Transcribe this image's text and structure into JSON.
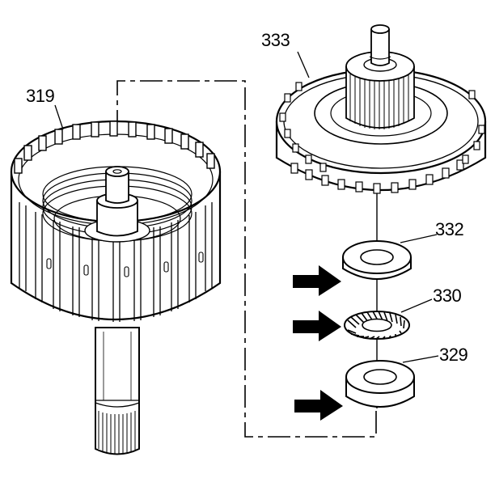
{
  "diagram": {
    "callouts": {
      "shaft_drum": "319",
      "gear_assembly": "333",
      "upper_washer": "332",
      "thrust_bearing": "330",
      "lower_washer": "329"
    }
  }
}
